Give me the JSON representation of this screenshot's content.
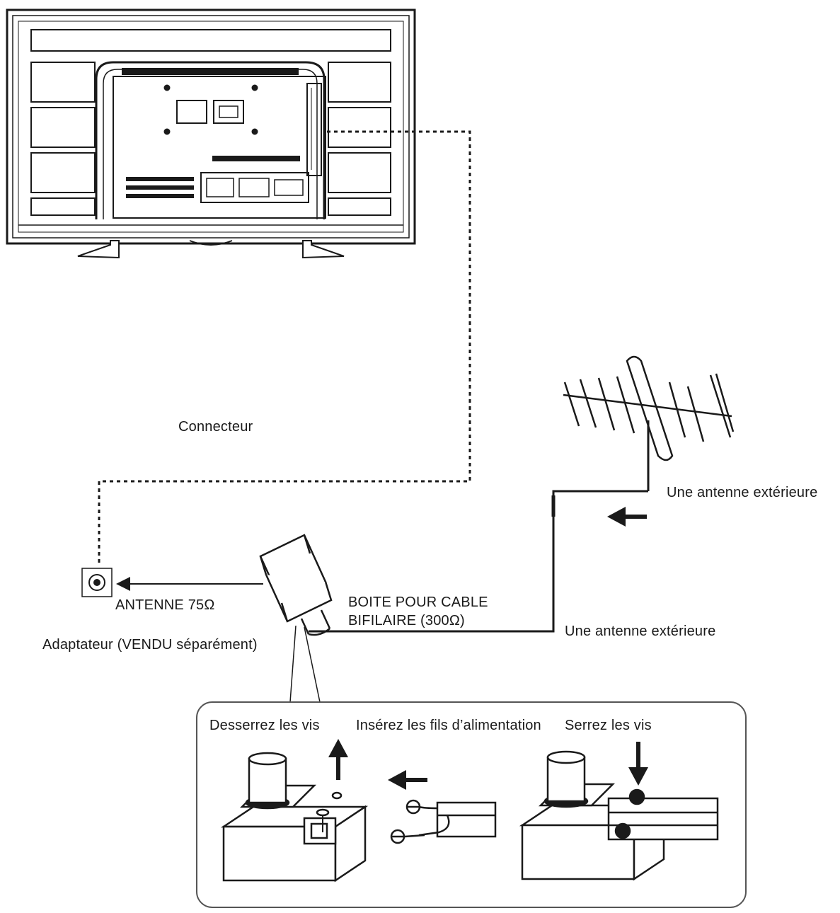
{
  "labels": {
    "connector": "Connecteur",
    "outdoor_antenna_top": "Une  antenne extérieure",
    "outdoor_antenna_bottom": "Une  antenne extérieure",
    "antenna_75": "ANTENNE  75Ω",
    "box_line1": "BOITE POUR CABLE",
    "box_line2": "BIFILAIRE (300Ω)",
    "adapter": "Adaptateur  (VENDU séparément)",
    "step_loosen": "Desserrez les vis",
    "step_insert": "Insérez  les fils d’alimentation",
    "step_tighten": "Serrez les vis"
  },
  "icons": {
    "tv": "tv-rear-panel-icon",
    "antenna": "yagi-antenna-icon",
    "socket": "coax-socket-icon",
    "balun": "balun-box-icon",
    "screw_loose": "connector-open-icon",
    "wires": "twin-lead-wires-icon",
    "screw_tight": "connector-tight-icon"
  },
  "colors": {
    "line": "#1a1a1a",
    "background": "#ffffff"
  }
}
